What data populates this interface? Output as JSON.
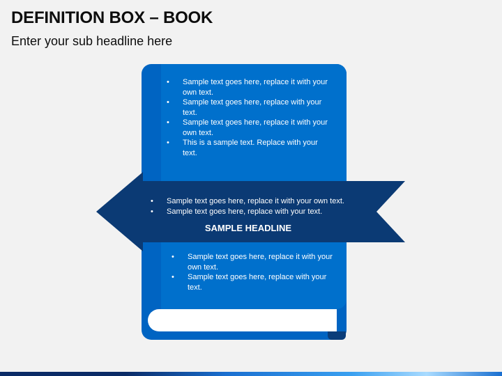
{
  "header": {
    "title": "DEFINITION BOX – BOOK",
    "subtitle": "Enter your sub headline here"
  },
  "book": {
    "top_points": [
      "Sample text goes here, replace it with your own text.",
      "Sample text goes here, replace with your text.",
      "Sample text goes here, replace it with your own text.",
      "This is a sample text. Replace with your text."
    ],
    "bottom_points": [
      "Sample text goes here, replace it with your own text.",
      "Sample text goes here, replace with your text."
    ]
  },
  "ribbon": {
    "points": [
      "Sample text goes here, replace it with your own text.",
      "Sample text goes here, replace with your text."
    ],
    "headline": "SAMPLE HEADLINE"
  },
  "colors": {
    "ribbon": "#0b3a74",
    "book_cover": "#0070cc",
    "book_spine": "#0064c2",
    "pages": "#ffffff"
  }
}
